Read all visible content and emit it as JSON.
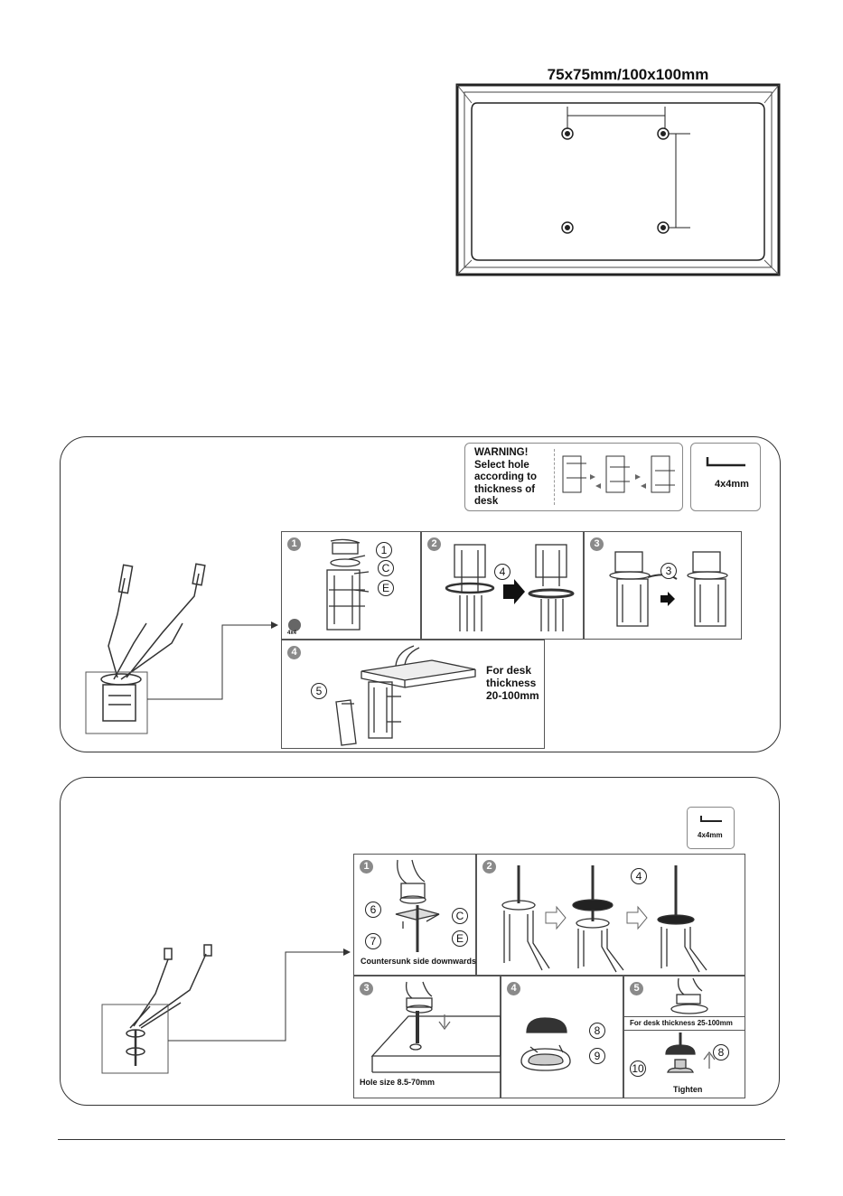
{
  "vesa": {
    "title": "75x75mm/100x100mm"
  },
  "clamp_section": {
    "warning": {
      "text": "WARNING! Select hole according to thickness of desk"
    },
    "tool_label": "4x4mm",
    "steps": [
      {
        "number": "1",
        "callouts": [
          "1",
          "C",
          "E"
        ],
        "tool_note": "4x4"
      },
      {
        "number": "2",
        "callouts": [
          "4"
        ]
      },
      {
        "number": "3",
        "callouts": [
          "3"
        ]
      },
      {
        "number": "4",
        "callouts": [
          "5"
        ],
        "note": "For desk thickness 20-100mm"
      }
    ]
  },
  "grommet_section": {
    "tool_label": "4x4mm",
    "steps": [
      {
        "number": "1",
        "callouts": [
          "6",
          "C",
          "7",
          "E"
        ],
        "note": "Countersunk side downwards"
      },
      {
        "number": "2",
        "callouts": [
          "4"
        ]
      },
      {
        "number": "3",
        "note": "Hole size 8.5-70mm"
      },
      {
        "number": "4",
        "callouts": [
          "8",
          "9"
        ]
      },
      {
        "number": "5",
        "callouts": [
          "8",
          "10"
        ],
        "note": "For desk thickness 25-100mm",
        "action": "Tighten"
      }
    ]
  },
  "colors": {
    "line": "#222222",
    "badge": "#8a8a8a",
    "border": "#555555"
  }
}
